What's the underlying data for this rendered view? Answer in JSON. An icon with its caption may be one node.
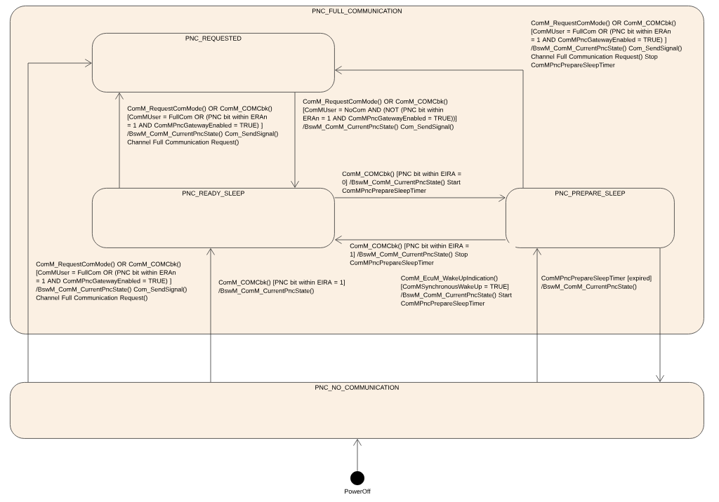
{
  "diagram": {
    "nodes": [
      {
        "text": [
          "PNC_FULL_COMMUNICATION"
        ]
      },
      {
        "text": [
          "PNC_REQUESTED"
        ],
        "in": 0
      },
      {
        "text": [
          "PNC_READY_SLEEP"
        ],
        "in": 0
      },
      {
        "text": [
          "PNC_PREPARE_SLEEP"
        ],
        "in": 0
      },
      {
        "text": [
          "PNC_NO_COMMUNICATION"
        ]
      },
      {
        "text": [],
        "shape": "circle",
        "beside": [
          "PowerOff"
        ]
      }
    ],
    "edges": [
      {
        "from": 2,
        "to": 1,
        "arrow": "to",
        "label": "ComM_RequestComMode() OR ComM_COMCbk() [ComMUser = FullCom OR (PNC bit within ERAn = 1 AND ComMPncGatewayEnabled = TRUE) ] /BswM_ComM_CurrentPncState() Com_SendSignal() Channel Full Communication Request()"
      },
      {
        "from": 1,
        "to": 2,
        "arrow": "to",
        "label": "ComM_RequestComMode() OR ComM_COMCbk() [ComMUser = NoCom AND (NOT (PNC bit within ERAn = 1 AND ComMPncGatewayEnabled = TRUE))] /BswM_ComM_CurrentPncState() Com_SendSignal()"
      },
      {
        "from": 2,
        "to": 3,
        "arrow": "to",
        "label": "ComM_COMCbk() [PNC bit within EIRA = 0] /BswM_ComM_CurrentPncState() Start ComMPncPrepareSleepTimer"
      },
      {
        "from": 3,
        "to": 2,
        "arrow": "to",
        "label": "ComM_COMCbk() [PNC bit within EIRA = 1] /BswM_ComM_CurrentPncState() Stop ComMPncPrepareSleepTimer"
      },
      {
        "from": 3,
        "to": 1,
        "arrow": "to",
        "label": "ComM_RequestComMode() OR ComM_COMCbk() [ComMUser = FullCom OR (PNC bit within ERAn = 1 AND ComMPncGatewayEnabled = TRUE) ] /BswM_ComM_CurrentPncState() Com_SendSignal() Channel Full Communication Request() Stop ComMPncPrepareSleepTimer"
      },
      {
        "from": 4,
        "to": 1,
        "arrow": "to",
        "label": "ComM_RequestComMode() OR ComM_COMCbk() [ComMUser = FullCom OR (PNC bit within ERAn = 1 AND ComMPncGatewayEnabled = TRUE) ] /BswM_ComM_CurrentPncState() Com_SendSignal() Channel Full Communication Request()"
      },
      {
        "from": 4,
        "to": 2,
        "arrow": "to",
        "label": "ComM_COMCbk() [PNC bit within EIRA = 1] /BswM_ComM_CurrentPncState()"
      },
      {
        "from": 4,
        "to": 3,
        "arrow": "to",
        "label": "ComM_EcuM_WakeUpIndication() [ComMSynchronousWakeUp = TRUE] /BswM_ComM_CurrentPncState() Start ComMPncPrepareSleepTimer"
      },
      {
        "from": 3,
        "to": 4,
        "arrow": "to",
        "label": "ComMPncPrepareSleepTimer [expired] /BswM_ComM_CurrentPncState()"
      },
      {
        "from": 5,
        "to": 4,
        "arrow": "to"
      }
    ]
  }
}
